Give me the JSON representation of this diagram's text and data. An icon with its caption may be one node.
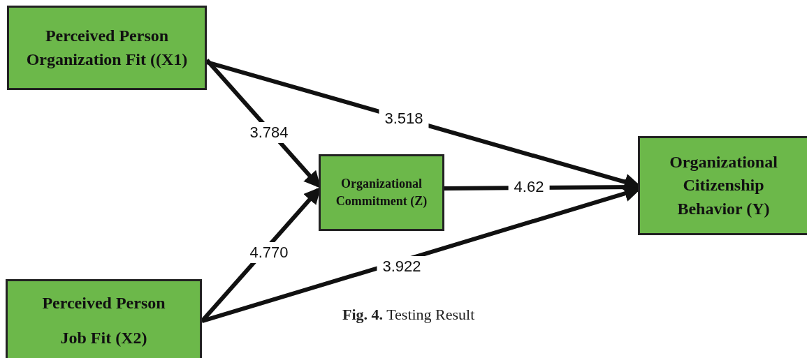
{
  "diagram": {
    "caption": "**Fig. 4.** Testing Result",
    "nodes": [
      {
        "text": [
          "Perceived Person Organization Fit ((X1)"
        ]
      },
      {
        "text": [
          "Organizational Commitment (Z)"
        ]
      },
      {
        "text": [
          "Organizational Citizenship Behavior (Y)"
        ]
      },
      {
        "text": [
          "Perceived Person Job Fit (X2)"
        ]
      }
    ],
    "edges": [
      {
        "from": 0,
        "to": 1,
        "arrow": "to",
        "label": "3.784"
      },
      {
        "from": 0,
        "to": 2,
        "arrow": "to",
        "label": "3.518"
      },
      {
        "from": 1,
        "to": 2,
        "arrow": "to",
        "label": "4.62"
      },
      {
        "from": 3,
        "to": 1,
        "arrow": "to",
        "label": "4.770"
      },
      {
        "from": 3,
        "to": 2,
        "arrow": "to",
        "label": "3.922"
      }
    ]
  }
}
